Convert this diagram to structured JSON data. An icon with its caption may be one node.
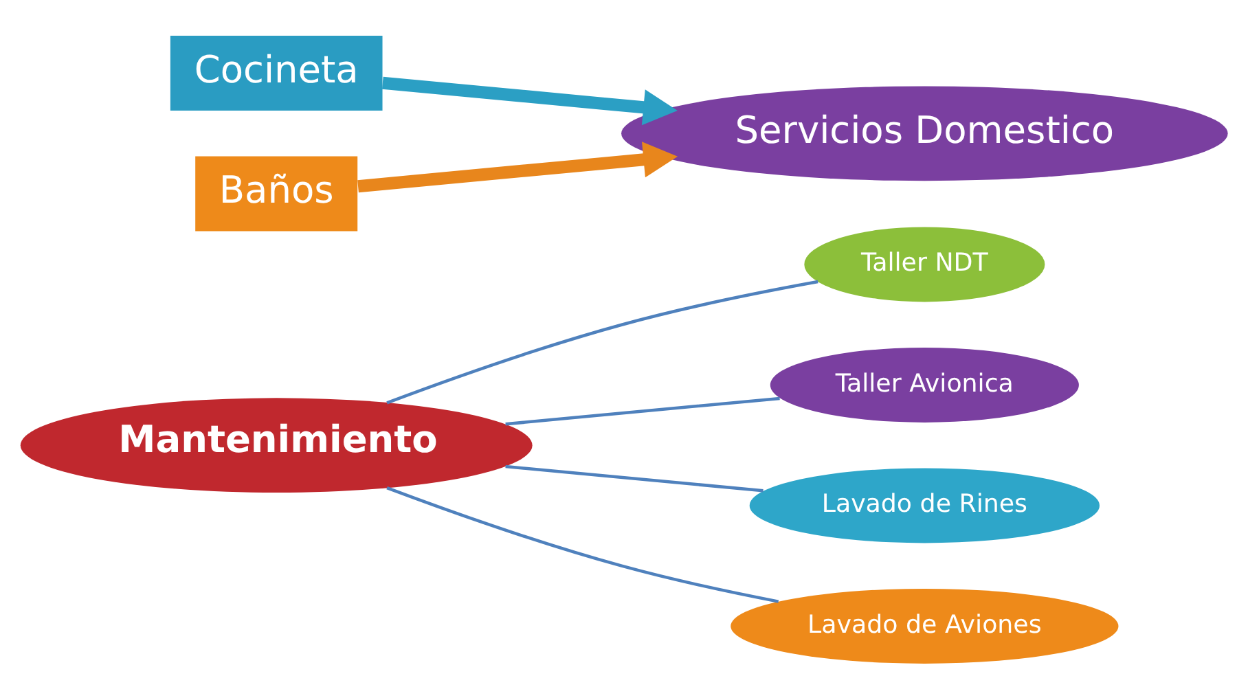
{
  "diagram": {
    "nodes": [
      {
        "text": [
          "Mantenimiento"
        ]
      },
      {
        "text": [
          "Taller NDT"
        ]
      },
      {
        "text": [
          "Taller Avionica"
        ]
      },
      {
        "text": [
          "Lavado de Rines"
        ]
      },
      {
        "text": [
          "Lavado de Aviones"
        ]
      },
      {
        "text": [
          "Cocineta"
        ]
      },
      {
        "text": [
          "Baños"
        ]
      },
      {
        "text": [
          "Servicios Domestico"
        ]
      }
    ],
    "edges": [
      {
        "from": 0,
        "to": 1,
        "arrow": "none"
      },
      {
        "from": 0,
        "to": 2,
        "arrow": "none"
      },
      {
        "from": 0,
        "to": 3,
        "arrow": "none"
      },
      {
        "from": 0,
        "to": 4,
        "arrow": "none"
      },
      {
        "from": 5,
        "to": 7,
        "arrow": "to",
        "style": "thick",
        "color": "#2b9fc4"
      },
      {
        "from": 6,
        "to": 7,
        "arrow": "to",
        "style": "thick",
        "color": "#e8861c"
      }
    ]
  }
}
